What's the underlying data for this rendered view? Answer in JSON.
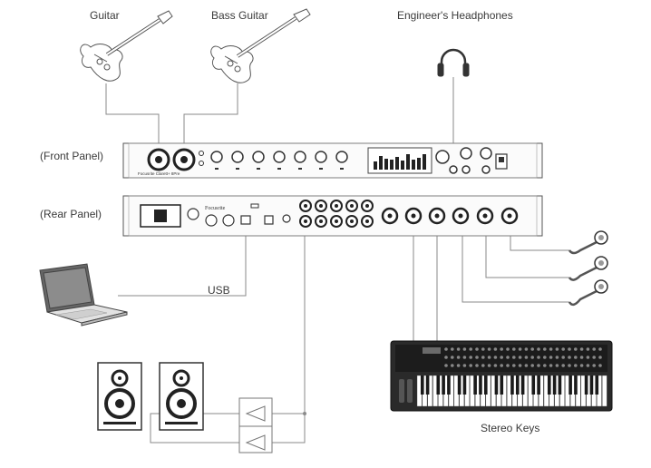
{
  "labels": {
    "guitar": "Guitar",
    "bass_guitar": "Bass Guitar",
    "headphones": "Engineer's Headphones",
    "front_panel": "(Front Panel)",
    "rear_panel": "(Rear Panel)",
    "usb": "USB",
    "stereo_keys": "Stereo Keys"
  },
  "device": {
    "brand": "Focusrite",
    "model": "Focusrite Clarett+ 8Pre"
  },
  "icons": [
    "guitar-icon",
    "bass-guitar-icon",
    "headphones-icon",
    "laptop-icon",
    "studio-monitor-icon",
    "amplifier-icon",
    "microphone-icon",
    "synthesizer-icon"
  ],
  "colors": {
    "line": "#8a8a8a",
    "device_outline": "#555555",
    "dark": "#222222",
    "light_fill": "#f4f4f4"
  }
}
